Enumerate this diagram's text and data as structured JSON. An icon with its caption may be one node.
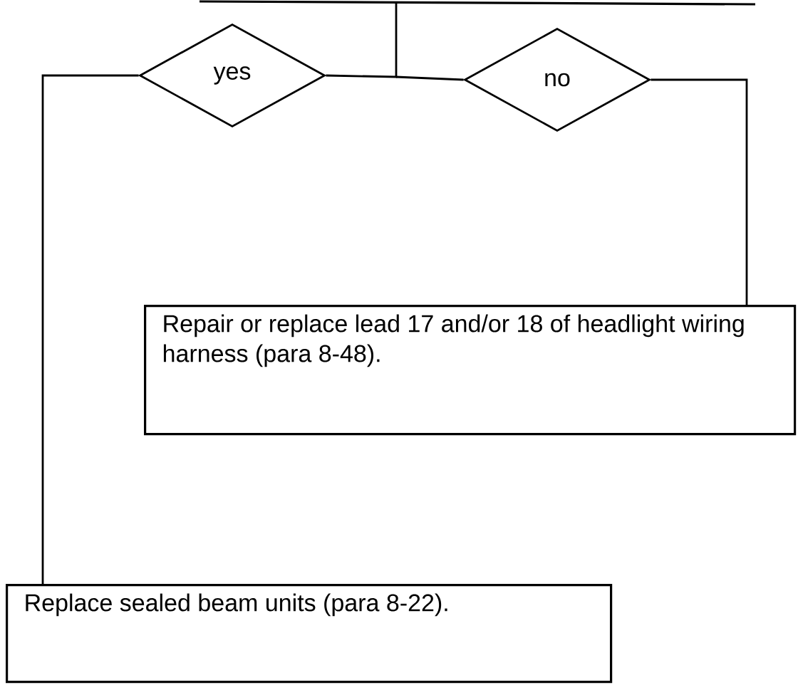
{
  "diagram": {
    "nodes": [
      {
        "text": [
          "yes"
        ]
      },
      {
        "text": [
          "no"
        ]
      },
      {
        "text": [
          "Repair or replace lead 17 and/or 18 of headlight wiring harness (para 8-48)."
        ]
      },
      {
        "text": [
          "Replace sealed beam units (para 8-22)."
        ]
      }
    ],
    "edges": [
      {
        "from": null,
        "to": 0,
        "arrow": "none"
      },
      {
        "from": null,
        "to": 1,
        "arrow": "none"
      },
      {
        "from": 0,
        "to": 3,
        "arrow": "none"
      },
      {
        "from": 1,
        "to": 2,
        "arrow": "none"
      }
    ]
  }
}
